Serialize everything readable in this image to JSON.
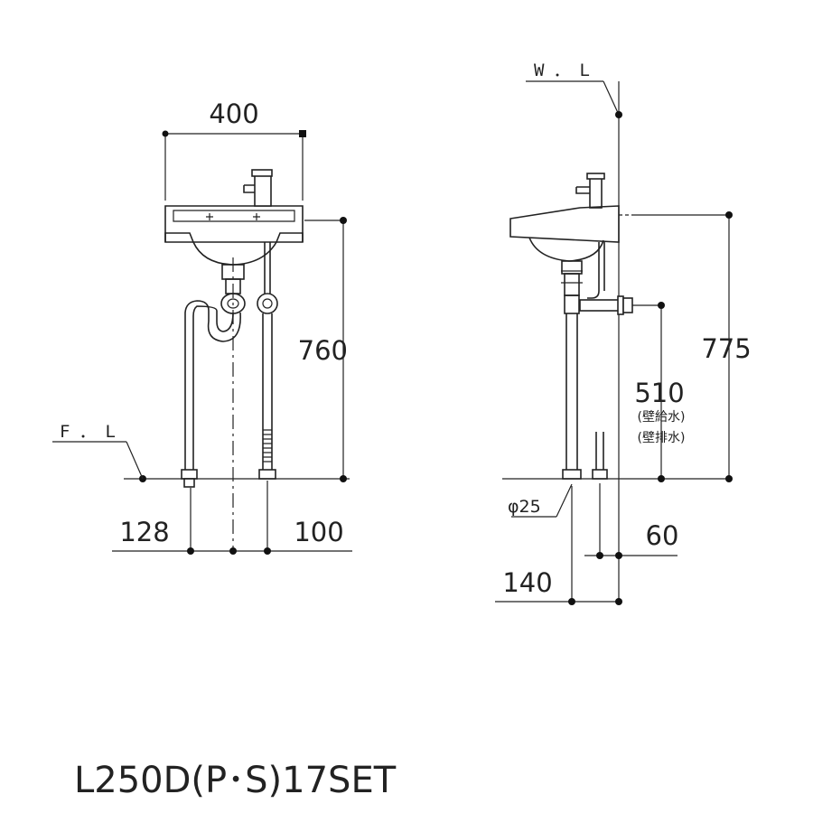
{
  "model": "L250D(P･S)17SET",
  "front_view": {
    "width": "400",
    "height": "760",
    "floor_label": "F．L",
    "offset_left": "128",
    "offset_right": "100"
  },
  "side_view": {
    "wall_label": "W．L",
    "height": "775",
    "pipe_height": "510",
    "note_supply": "(壁給水)",
    "note_drain": "(壁排水)",
    "diameter": "φ25",
    "depth_small": "60",
    "depth_large": "140"
  }
}
